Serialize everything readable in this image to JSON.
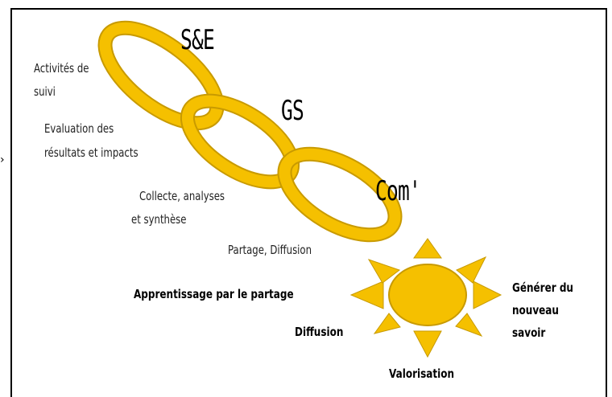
{
  "marker": "›",
  "links": [
    {
      "label": "S&E",
      "color": "#f5c000"
    },
    {
      "label": "GS",
      "color": "#f5c000"
    },
    {
      "label": "Com'",
      "color": "#f5c000"
    }
  ],
  "notes": {
    "suivi_line1": "Activités de",
    "suivi_line2": "suivi",
    "eval_line1": "Evaluation des",
    "eval_line2": "résultats et impacts",
    "collecte_line1": "Collecte, analyses",
    "collecte_line2": "et synthèse",
    "partage": "Partage, Diffusion"
  },
  "sun_labels": {
    "apprentissage": "Apprentissage par le partage",
    "diffusion": "Diffusion",
    "generer_line1": "Générer du",
    "generer_line2": "nouveau",
    "generer_line3": "savoir",
    "valorisation": "Valorisation"
  },
  "sun_color": "#f5c000"
}
